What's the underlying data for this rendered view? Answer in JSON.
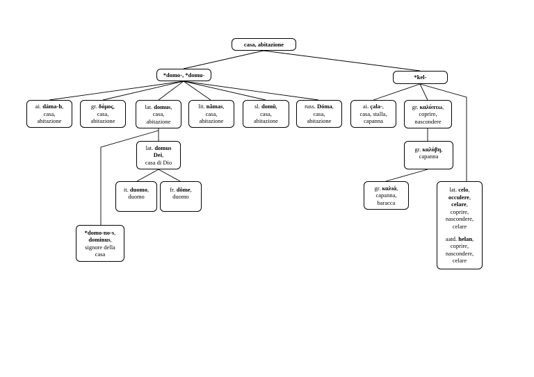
{
  "root": {
    "text": "casa, abitazione"
  },
  "domo": {
    "text": "*domo-, *domu-"
  },
  "kel": {
    "text": "*kel-"
  },
  "ai_dama": {
    "prefix": "ai. ",
    "word": "dáma-h",
    "suffix": ",",
    "line2": "casa,",
    "line3": "abitazione"
  },
  "gr_domos": {
    "prefix": "gr. ",
    "word": "δόμος",
    "suffix": ",",
    "line2": "casa,",
    "line3": "abitazione"
  },
  "lat_domus": {
    "prefix": "lat. ",
    "word": "domus",
    "suffix": ",",
    "line2": "casa,",
    "line3": "abitazione"
  },
  "lit_namas": {
    "prefix": "lit. ",
    "word": "nãmas",
    "suffix": ",",
    "line2": "casa,",
    "line3": "abitazione"
  },
  "sl_domu": {
    "prefix": "sl. ",
    "word": "domŭ",
    "suffix": ",",
    "line2": "casa,",
    "line3": "abitazione"
  },
  "russ_doma": {
    "prefix": "russ. ",
    "word": "Dóma",
    "suffix": ",",
    "line2": "casa,",
    "line3": "abitazione"
  },
  "lat_domus_dei": {
    "prefix": "lat. ",
    "word": "domus",
    "line2": "Dei",
    "line2_suffix": ",",
    "line3": "casa di Dio"
  },
  "it_duomo": {
    "prefix": "it. ",
    "word": "duomo",
    "suffix": ",",
    "line2": "duomo"
  },
  "fr_dome": {
    "prefix": "fr. ",
    "word": "dôme",
    "suffix": ",",
    "line2": "duomo"
  },
  "domonos": {
    "line1": "*domo-no-s",
    "line1_suffix": ",",
    "line2": "dominus",
    "line2_suffix": ",",
    "line3": "signore della",
    "line4": "casa"
  },
  "ai_cala": {
    "prefix": "ai. ",
    "word": "çala-",
    "suffix": ",",
    "line2": "casa, stalla,",
    "line3": "capanna"
  },
  "gr_kalypto": {
    "prefix": "gr. ",
    "word": "καλύπτω",
    "suffix": ",",
    "line2": "coprire,",
    "line3": "nascondere"
  },
  "gr_kalybe": {
    "prefix": "gr. ",
    "word": "καλύβη",
    "suffix": ",",
    "line2": "capanna"
  },
  "gr_kalia": {
    "prefix": "gr. ",
    "word": "καλιά",
    "suffix": ",",
    "line2": "capanna,",
    "line3": "baracca"
  },
  "lat_celo": {
    "prefix": "lat. ",
    "word1": "celo",
    "sep1": ",",
    "word2": "occulere",
    "sep2": ",",
    "word3": "celare",
    "sep3": ",",
    "line4": "coprire,",
    "line5": "nascondere,",
    "line6": "celare",
    "prefix2": "aatd. ",
    "word4": "helan",
    "sep4": ",",
    "line8": "coprire,",
    "line9": "nascondere,",
    "line10": "celare"
  }
}
